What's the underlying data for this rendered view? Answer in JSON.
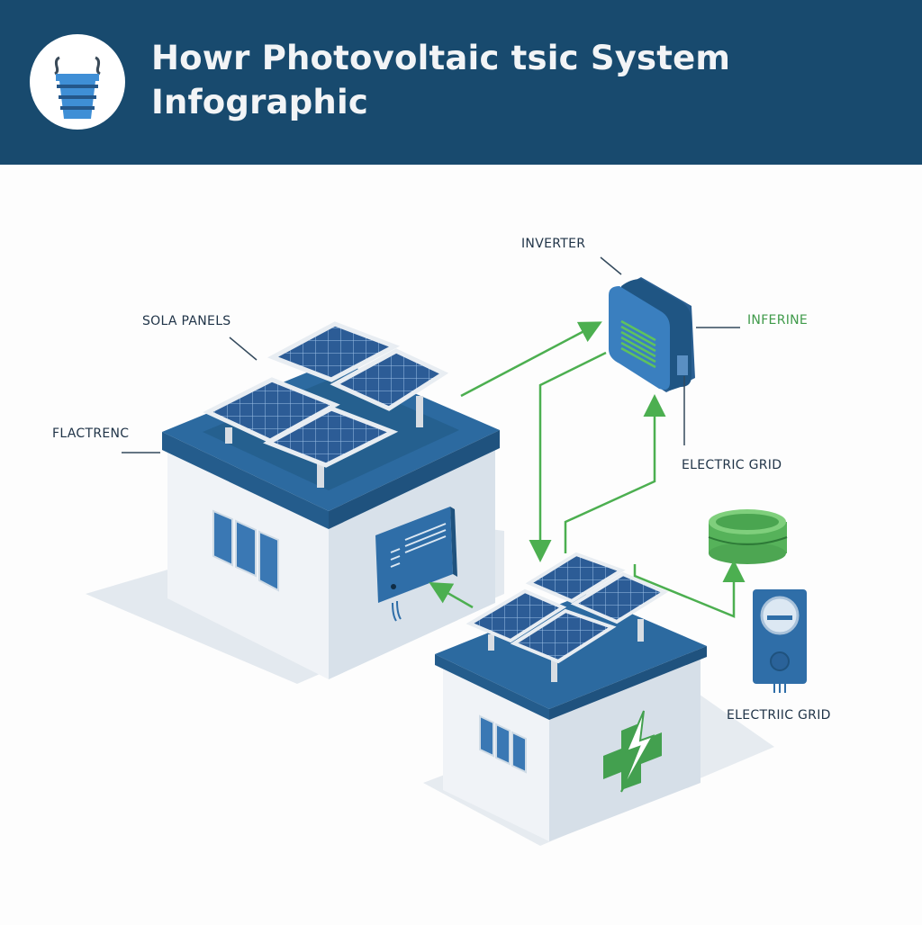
{
  "header": {
    "title_line1": "Howr Photovoltaic tsic System",
    "title_line2": "Infographic",
    "logo_icon": "battery-bucket-icon",
    "background_color": "#184a6e"
  },
  "labels": {
    "inverter": "INVERTER",
    "inferine": "INFERINE",
    "solar_panels": "SOLA PANELS",
    "flactrenc": "FLACTRENC",
    "electric_grid_top": "ELECTRIC GRID",
    "electric_grid_bottom": "ELECTRIIC GRID"
  },
  "components": [
    {
      "name": "large-house-with-solar-panels"
    },
    {
      "name": "small-house-with-solar-panels"
    },
    {
      "name": "inverter-box"
    },
    {
      "name": "wall-charge-controller"
    },
    {
      "name": "green-battery-ring"
    },
    {
      "name": "electric-meter"
    },
    {
      "name": "lightning-bolt-badge"
    }
  ],
  "colors": {
    "house_roof": "#2c6aa0",
    "house_wall": "#eef2f6",
    "panel": "#2d5e9a",
    "arrow": "#4caf50",
    "label_text": "#1f3347"
  }
}
